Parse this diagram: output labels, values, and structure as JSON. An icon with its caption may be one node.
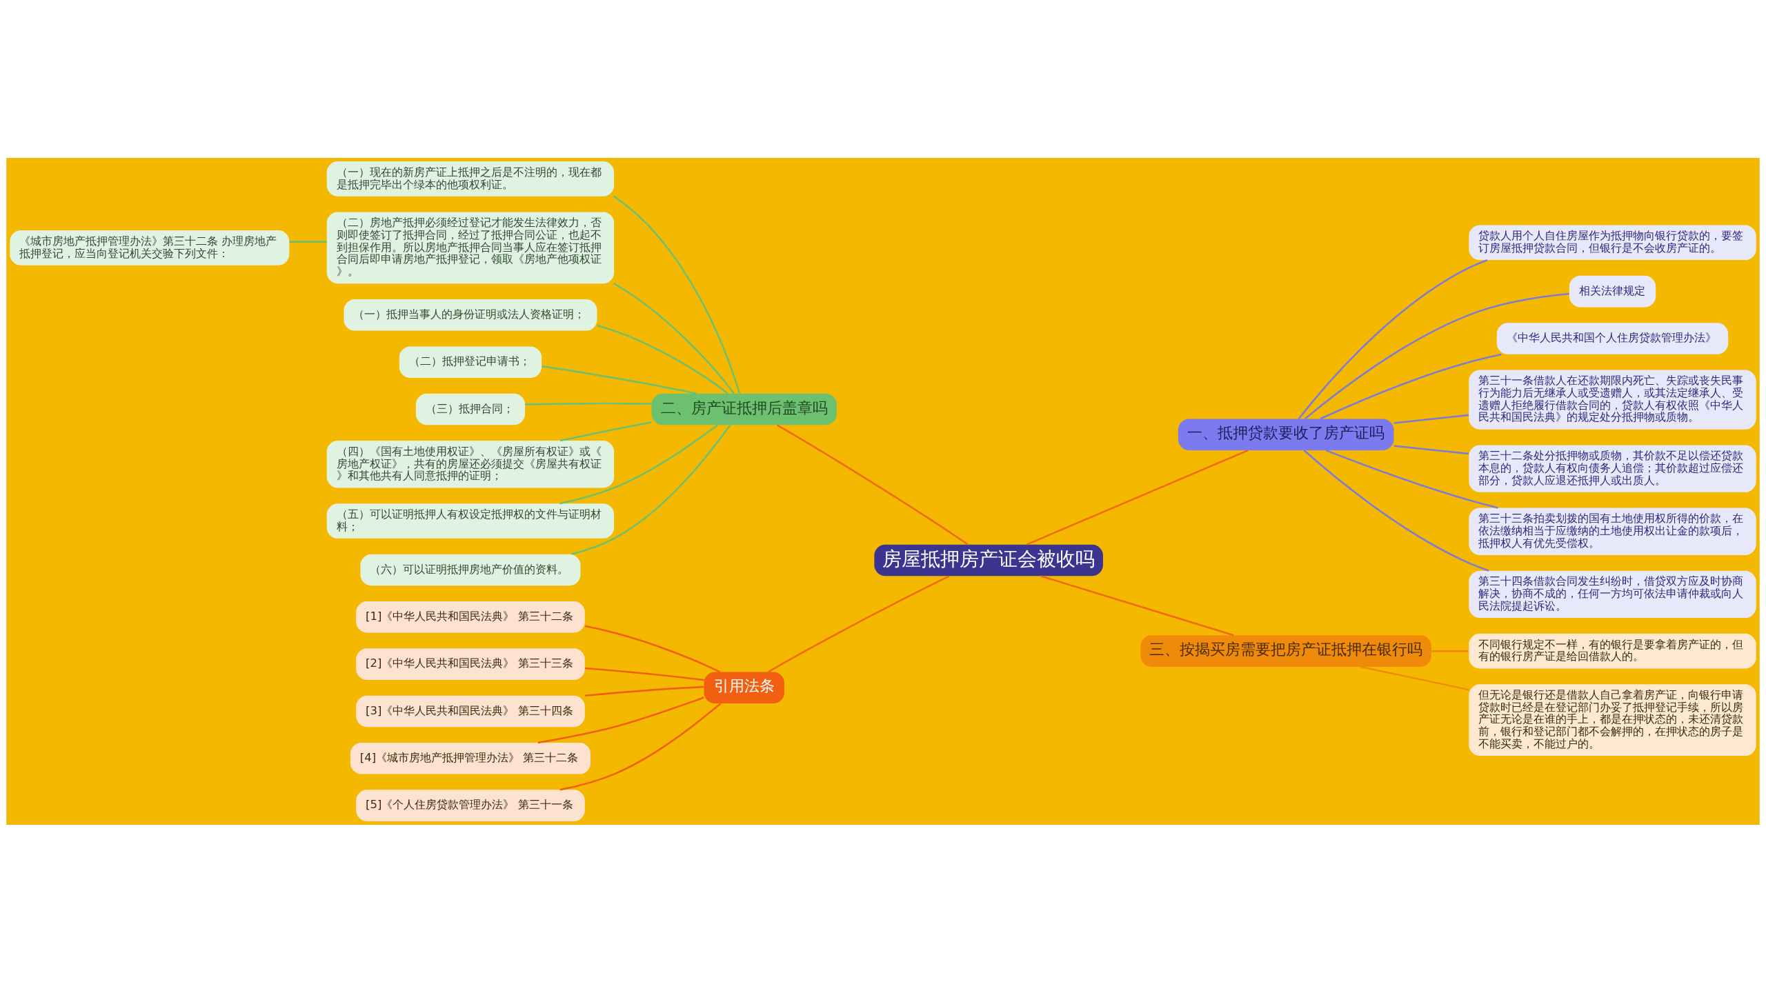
{
  "diagram": {
    "nodes": [
      {
        "text": [
          "房屋抵押房产证会被收吗"
        ]
      },
      {
        "text": [
          "一、抵押贷款要收了房产证吗"
        ]
      },
      {
        "text": [
          "贷款人用个人自住房屋作为抵押物向银行贷款的，要签订房屋抵押贷款合同，但银行是不会收房产证的。"
        ]
      },
      {
        "text": [
          "相关法律规定"
        ]
      },
      {
        "text": [
          "《中华人民共和国个人住房贷款管理办法》"
        ]
      },
      {
        "text": [
          "第三十一条借款人在还款期限内死亡、失踪或丧失民事行为能力后无继承人或受遗赠人，或其法定继承人、受遗赠人拒绝履行借款合同的，贷款人有权依照《中华人民共和国民法典》的规定处分抵押物或质物。"
        ]
      },
      {
        "text": [
          "第三十二条处分抵押物或质物，其价款不足以偿还贷款本息的，贷款人有权向债务人追偿；其价款超过应偿还部分，贷款人应退还抵押人或出质人。"
        ]
      },
      {
        "text": [
          "第三十三条拍卖划拨的国有土地使用权所得的价款，在依法缴纳相当于应缴纳的土地使用权出让金的款项后，抵押权人有优先受偿权。"
        ]
      },
      {
        "text": [
          "第三十四条借款合同发生纠纷时，借贷双方应及时协商解决，协商不成的，任何一方均可依法申请仲裁或向人民法院提起诉讼。"
        ]
      },
      {
        "text": [
          "二、房产证抵押后盖章吗"
        ]
      },
      {
        "text": [
          "（一）现在的新房产证上抵押之后是不注明的，现在都是抵押完毕出个绿本的他项权利证。"
        ]
      },
      {
        "text": [
          "（二）房地产抵押必须经过登记才能发生法律效力，否则即使签订了抵押合同，经过了抵押合同公证，也起不到担保作用。所以房地产抵押合同当事人应在签订抵押合同后即申请房地产抵押登记，领取《房地产他项权证》。"
        ]
      },
      {
        "text": [
          "《城市房地产抵押管理办法》第三十二条 办理房地产抵押登记，应当向登记机关交验下列文件："
        ]
      },
      {
        "text": [
          "（一）抵押当事人的身份证明或法人资格证明；"
        ]
      },
      {
        "text": [
          "（二）抵押登记申请书；"
        ]
      },
      {
        "text": [
          "（三）抵押合同；"
        ]
      },
      {
        "text": [
          "（四）《国有土地使用权证》、《房屋所有权证》或《房地产权证》，共有的房屋还必须提交《房屋共有权证》和其他共有人同意抵押的证明；"
        ]
      },
      {
        "text": [
          "（五）可以证明抵押人有权设定抵押权的文件与证明材料；"
        ]
      },
      {
        "text": [
          "（六）可以证明抵押房地产价值的资料。"
        ]
      },
      {
        "text": [
          "三、按揭买房需要把房产证抵押在银行吗"
        ]
      },
      {
        "text": [
          "不同银行规定不一样，有的银行是要拿着房产证的，但有的银行房产证是给回借款人的。"
        ]
      },
      {
        "text": [
          "但无论是银行还是借款人自己拿着房产证，向银行申请贷款时已经是在登记部门办妥了抵押登记手续，所以房产证无论是在谁的手上，都是在押状态的，未还清贷款前，银行和登记部门都不会解押的，在押状态的房子是不能买卖，不能过户的。"
        ]
      },
      {
        "text": [
          "引用法条"
        ]
      },
      {
        "text": [
          "[1]《中华人民共和国民法典》 第三十二条"
        ]
      },
      {
        "text": [
          "[2]《中华人民共和国民法典》 第三十三条"
        ]
      },
      {
        "text": [
          "[3]《中华人民共和国民法典》 第三十四条"
        ]
      },
      {
        "text": [
          "[4]《城市房地产抵押管理办法》 第三十二条"
        ]
      },
      {
        "text": [
          "[5]《个人住房贷款管理办法》 第三十一条"
        ]
      }
    ],
    "edges": [
      {
        "from": 0,
        "to": 1,
        "arrow": "none",
        "color": "#f06a10"
      },
      {
        "from": 1,
        "to": 2,
        "arrow": "none",
        "color": "#7b7bd8"
      },
      {
        "from": 1,
        "to": 3,
        "arrow": "none",
        "color": "#7b7bd8"
      },
      {
        "from": 1,
        "to": 4,
        "arrow": "none",
        "color": "#7b7bd8"
      },
      {
        "from": 1,
        "to": 5,
        "arrow": "none",
        "color": "#7b7bd8"
      },
      {
        "from": 1,
        "to": 6,
        "arrow": "none",
        "color": "#7b7bd8"
      },
      {
        "from": 1,
        "to": 7,
        "arrow": "none",
        "color": "#7b7bd8"
      },
      {
        "from": 1,
        "to": 8,
        "arrow": "none",
        "color": "#7b7bd8"
      },
      {
        "from": 0,
        "to": 9,
        "arrow": "none",
        "color": "#f06a10"
      },
      {
        "from": 9,
        "to": 10,
        "arrow": "none",
        "color": "#6cc070"
      },
      {
        "from": 9,
        "to": 11,
        "arrow": "none",
        "color": "#6cc070"
      },
      {
        "from": 11,
        "to": 12,
        "arrow": "none",
        "color": "#6cc070"
      },
      {
        "from": 9,
        "to": 13,
        "arrow": "none",
        "color": "#6cc070"
      },
      {
        "from": 9,
        "to": 14,
        "arrow": "none",
        "color": "#6cc070"
      },
      {
        "from": 9,
        "to": 15,
        "arrow": "none",
        "color": "#6cc070"
      },
      {
        "from": 9,
        "to": 16,
        "arrow": "none",
        "color": "#6cc070"
      },
      {
        "from": 9,
        "to": 17,
        "arrow": "none",
        "color": "#6cc070"
      },
      {
        "from": 9,
        "to": 18,
        "arrow": "none",
        "color": "#6cc070"
      },
      {
        "from": 0,
        "to": 19,
        "arrow": "none",
        "color": "#f06a10"
      },
      {
        "from": 19,
        "to": 20,
        "arrow": "none",
        "color": "#f08a0a"
      },
      {
        "from": 19,
        "to": 21,
        "arrow": "none",
        "color": "#f08a0a"
      },
      {
        "from": 0,
        "to": 22,
        "arrow": "none",
        "color": "#f06a10"
      },
      {
        "from": 22,
        "to": 23,
        "arrow": "none",
        "color": "#f06010"
      },
      {
        "from": 22,
        "to": 24,
        "arrow": "none",
        "color": "#f06010"
      },
      {
        "from": 22,
        "to": 25,
        "arrow": "none",
        "color": "#f06010"
      },
      {
        "from": 22,
        "to": 26,
        "arrow": "none",
        "color": "#f06010"
      },
      {
        "from": 22,
        "to": 27,
        "arrow": "none",
        "color": "#f06010"
      }
    ]
  }
}
